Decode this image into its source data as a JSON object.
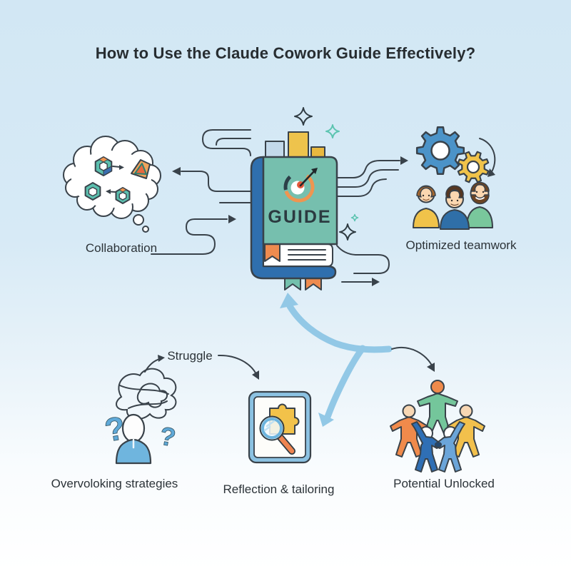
{
  "title": "How to Use the Claude Cowork Guide Effectively?",
  "book": {
    "cover_label": "GUIDE"
  },
  "labels": {
    "collaboration": "Collaboration",
    "optimized_teamwork": "Optimized teamwork",
    "struggle": "Struggle",
    "overlooking_strategies": "Overvoloking strategies",
    "reflection_tailoring": "Reflection & tailoring",
    "potential_unlocked": "Potential Unlocked"
  },
  "icons": {
    "question_mark": "?"
  },
  "colors": {
    "background_top": "#d2e7f4",
    "background_bottom": "#ffffff",
    "outline": "#39424a",
    "book_cover": "#76bfae",
    "book_spine": "#2f6fae",
    "bookmark_orange": "#ee8b4f",
    "bookmark_teal": "#74c0ac",
    "bar_blue": "#c3d9ea",
    "bar_yellow": "#eec34c",
    "compass_orange": "#ef9550",
    "compass_dark": "#2c3f47",
    "compass_dot": "#e4593c",
    "gear_blue": "#4b93c8",
    "gear_yellow": "#f0c34a",
    "shirt_yellow": "#f0c34a",
    "shirt_blue": "#2f6fa8",
    "shirt_green": "#79c79c",
    "skin": "#fbd7b0",
    "flow_arrow_blue": "#92c8e6",
    "question_blue": "#5fa9d8",
    "person_shirt_blue": "#6fb5de",
    "tablet_blue": "#8cc2e2",
    "puzzle_yellow": "#f2c24a",
    "magnifier_blue": "#6db4de",
    "handle_orange": "#ee8450",
    "figure_green": "#74c69b",
    "figure_orange": "#f08a4b",
    "figure_yellow": "#f2c04c",
    "figure_blue_dark": "#2f6fb5",
    "figure_blue_light": "#6ba5d9",
    "figure_head_orange": "#ef8a4b"
  }
}
